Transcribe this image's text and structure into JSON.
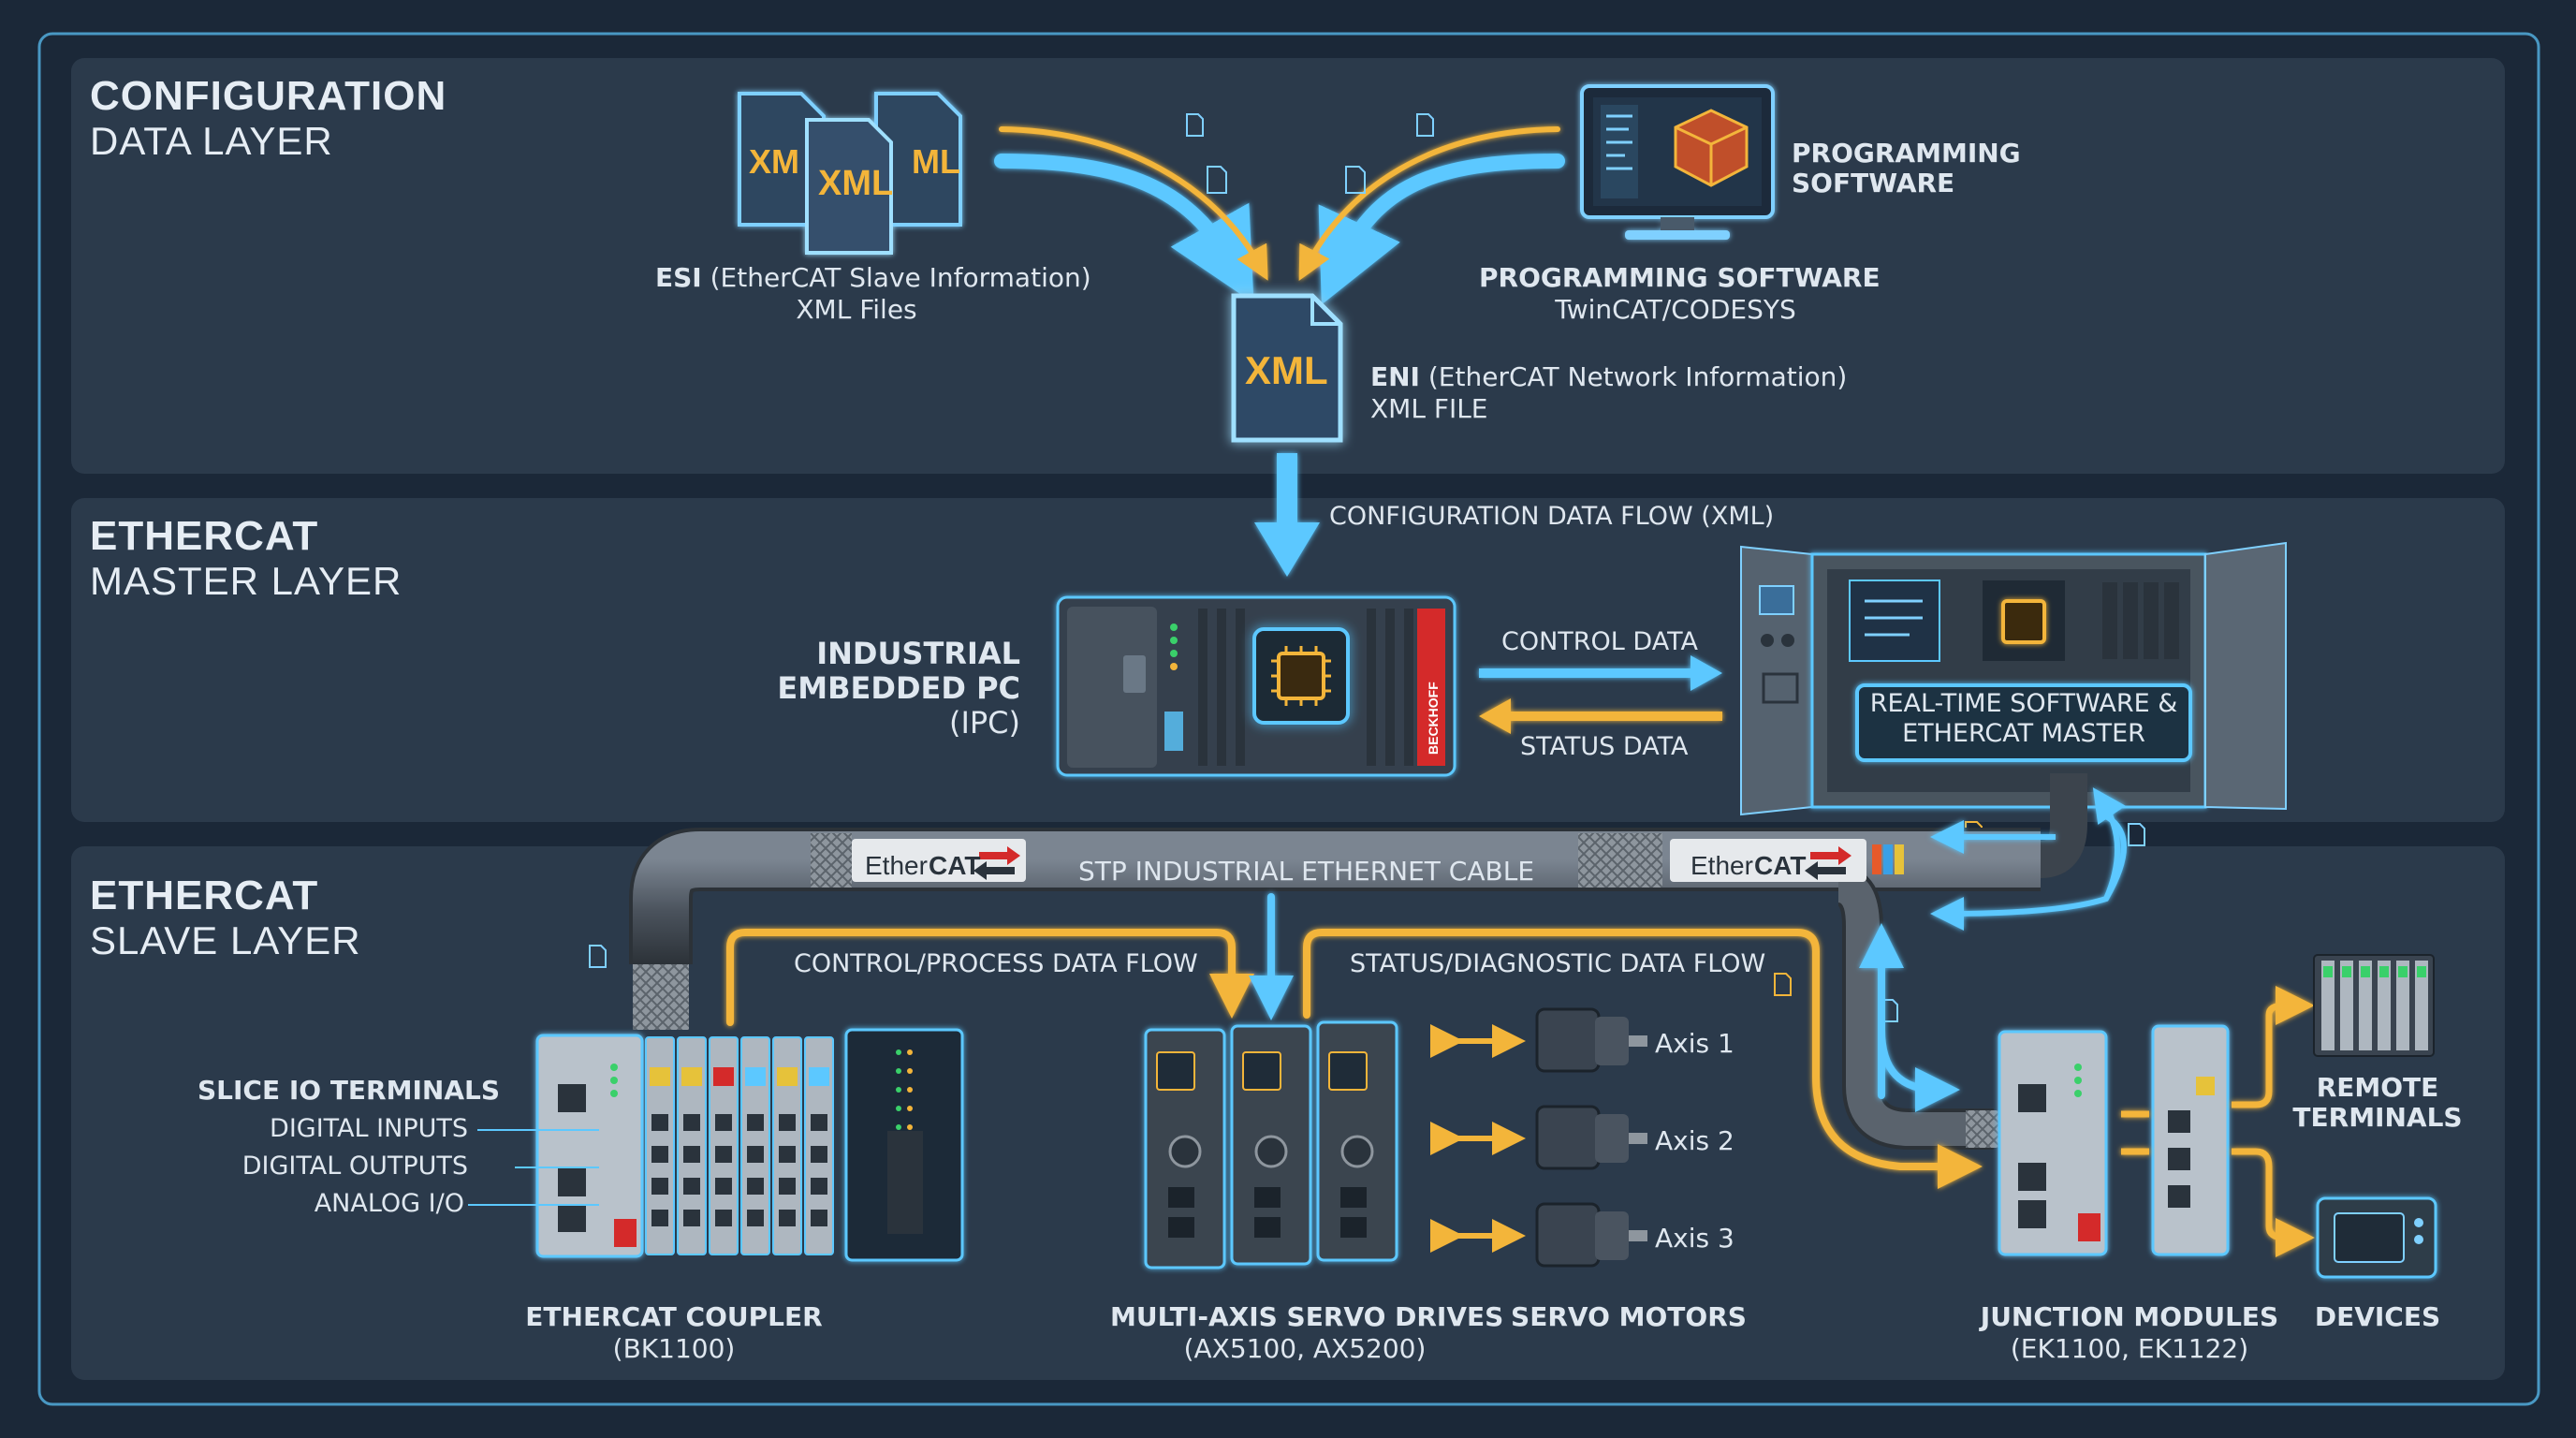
{
  "sections": {
    "config": {
      "title": "CONFIGURATION",
      "subtitle": "DATA LAYER"
    },
    "master": {
      "title": "ETHERCAT",
      "subtitle": "MASTER LAYER"
    },
    "slave": {
      "title": "ETHERCAT",
      "subtitle": "SLAVE LAYER"
    }
  },
  "config": {
    "esi_bold": "ESI",
    "esi_rest": " (EtherCAT Slave Information)",
    "esi_line2": "XML Files",
    "xml_icon": "XML",
    "xml_partial_left": "XM",
    "xml_partial_right": "ML",
    "prog_right_l1": "PROGRAMMING",
    "prog_right_l2": "SOFTWARE",
    "prog_title": "PROGRAMMING SOFTWARE",
    "prog_sub": "TwinCAT/CODESYS",
    "eni_bold": "ENI",
    "eni_rest": " (EtherCAT Network Information)",
    "eni_line2": "XML FILE"
  },
  "master": {
    "config_flow": "CONFIGURATION DATA FLOW (XML)",
    "ipc_l1": "INDUSTRIAL",
    "ipc_l2": "EMBEDDED PC",
    "ipc_l3": "(IPC)",
    "control_data": "CONTROL DATA",
    "status_data": "STATUS DATA",
    "rt_l1": "REAL-TIME SOFTWARE &",
    "rt_l2": "ETHERCAT MASTER",
    "brand": "BECKHOFF"
  },
  "cable": {
    "label": "STP INDUSTRIAL ETHERNET CABLE",
    "tag_left_a": "Ether",
    "tag_left_b": "CAT",
    "tag_right_a": "Ether",
    "tag_right_b": "CAT"
  },
  "slave": {
    "control_flow": "CONTROL/PROCESS DATA FLOW",
    "status_flow": "STATUS/DIAGNOSTIC DATA FLOW",
    "slice_title": "SLICE IO TERMINALS",
    "slice_items": [
      "DIGITAL INPUTS",
      "DIGITAL OUTPUTS",
      "ANALOG I/O"
    ],
    "coupler_title": "ETHERCAT COUPLER",
    "coupler_sub": "(BK1100)",
    "drives_title": "MULTI-AXIS SERVO DRIVES",
    "drives_sub": "(AX5100, AX5200)",
    "motors_title": "SERVO MOTORS",
    "axes": [
      "Axis 1",
      "Axis 2",
      "Axis 3"
    ],
    "junction_title": "JUNCTION MODULES",
    "junction_sub": "(EK1100, EK1122)",
    "remote_l1": "REMOTE",
    "remote_l2": "TERMINALS",
    "devices": "DEVICES"
  },
  "colors": {
    "background": "#1b2838",
    "panel": "#2b3a4b",
    "accent_blue": "#5cc8ff",
    "accent_orange": "#f3b53a",
    "brand_red": "#d42a2a"
  }
}
